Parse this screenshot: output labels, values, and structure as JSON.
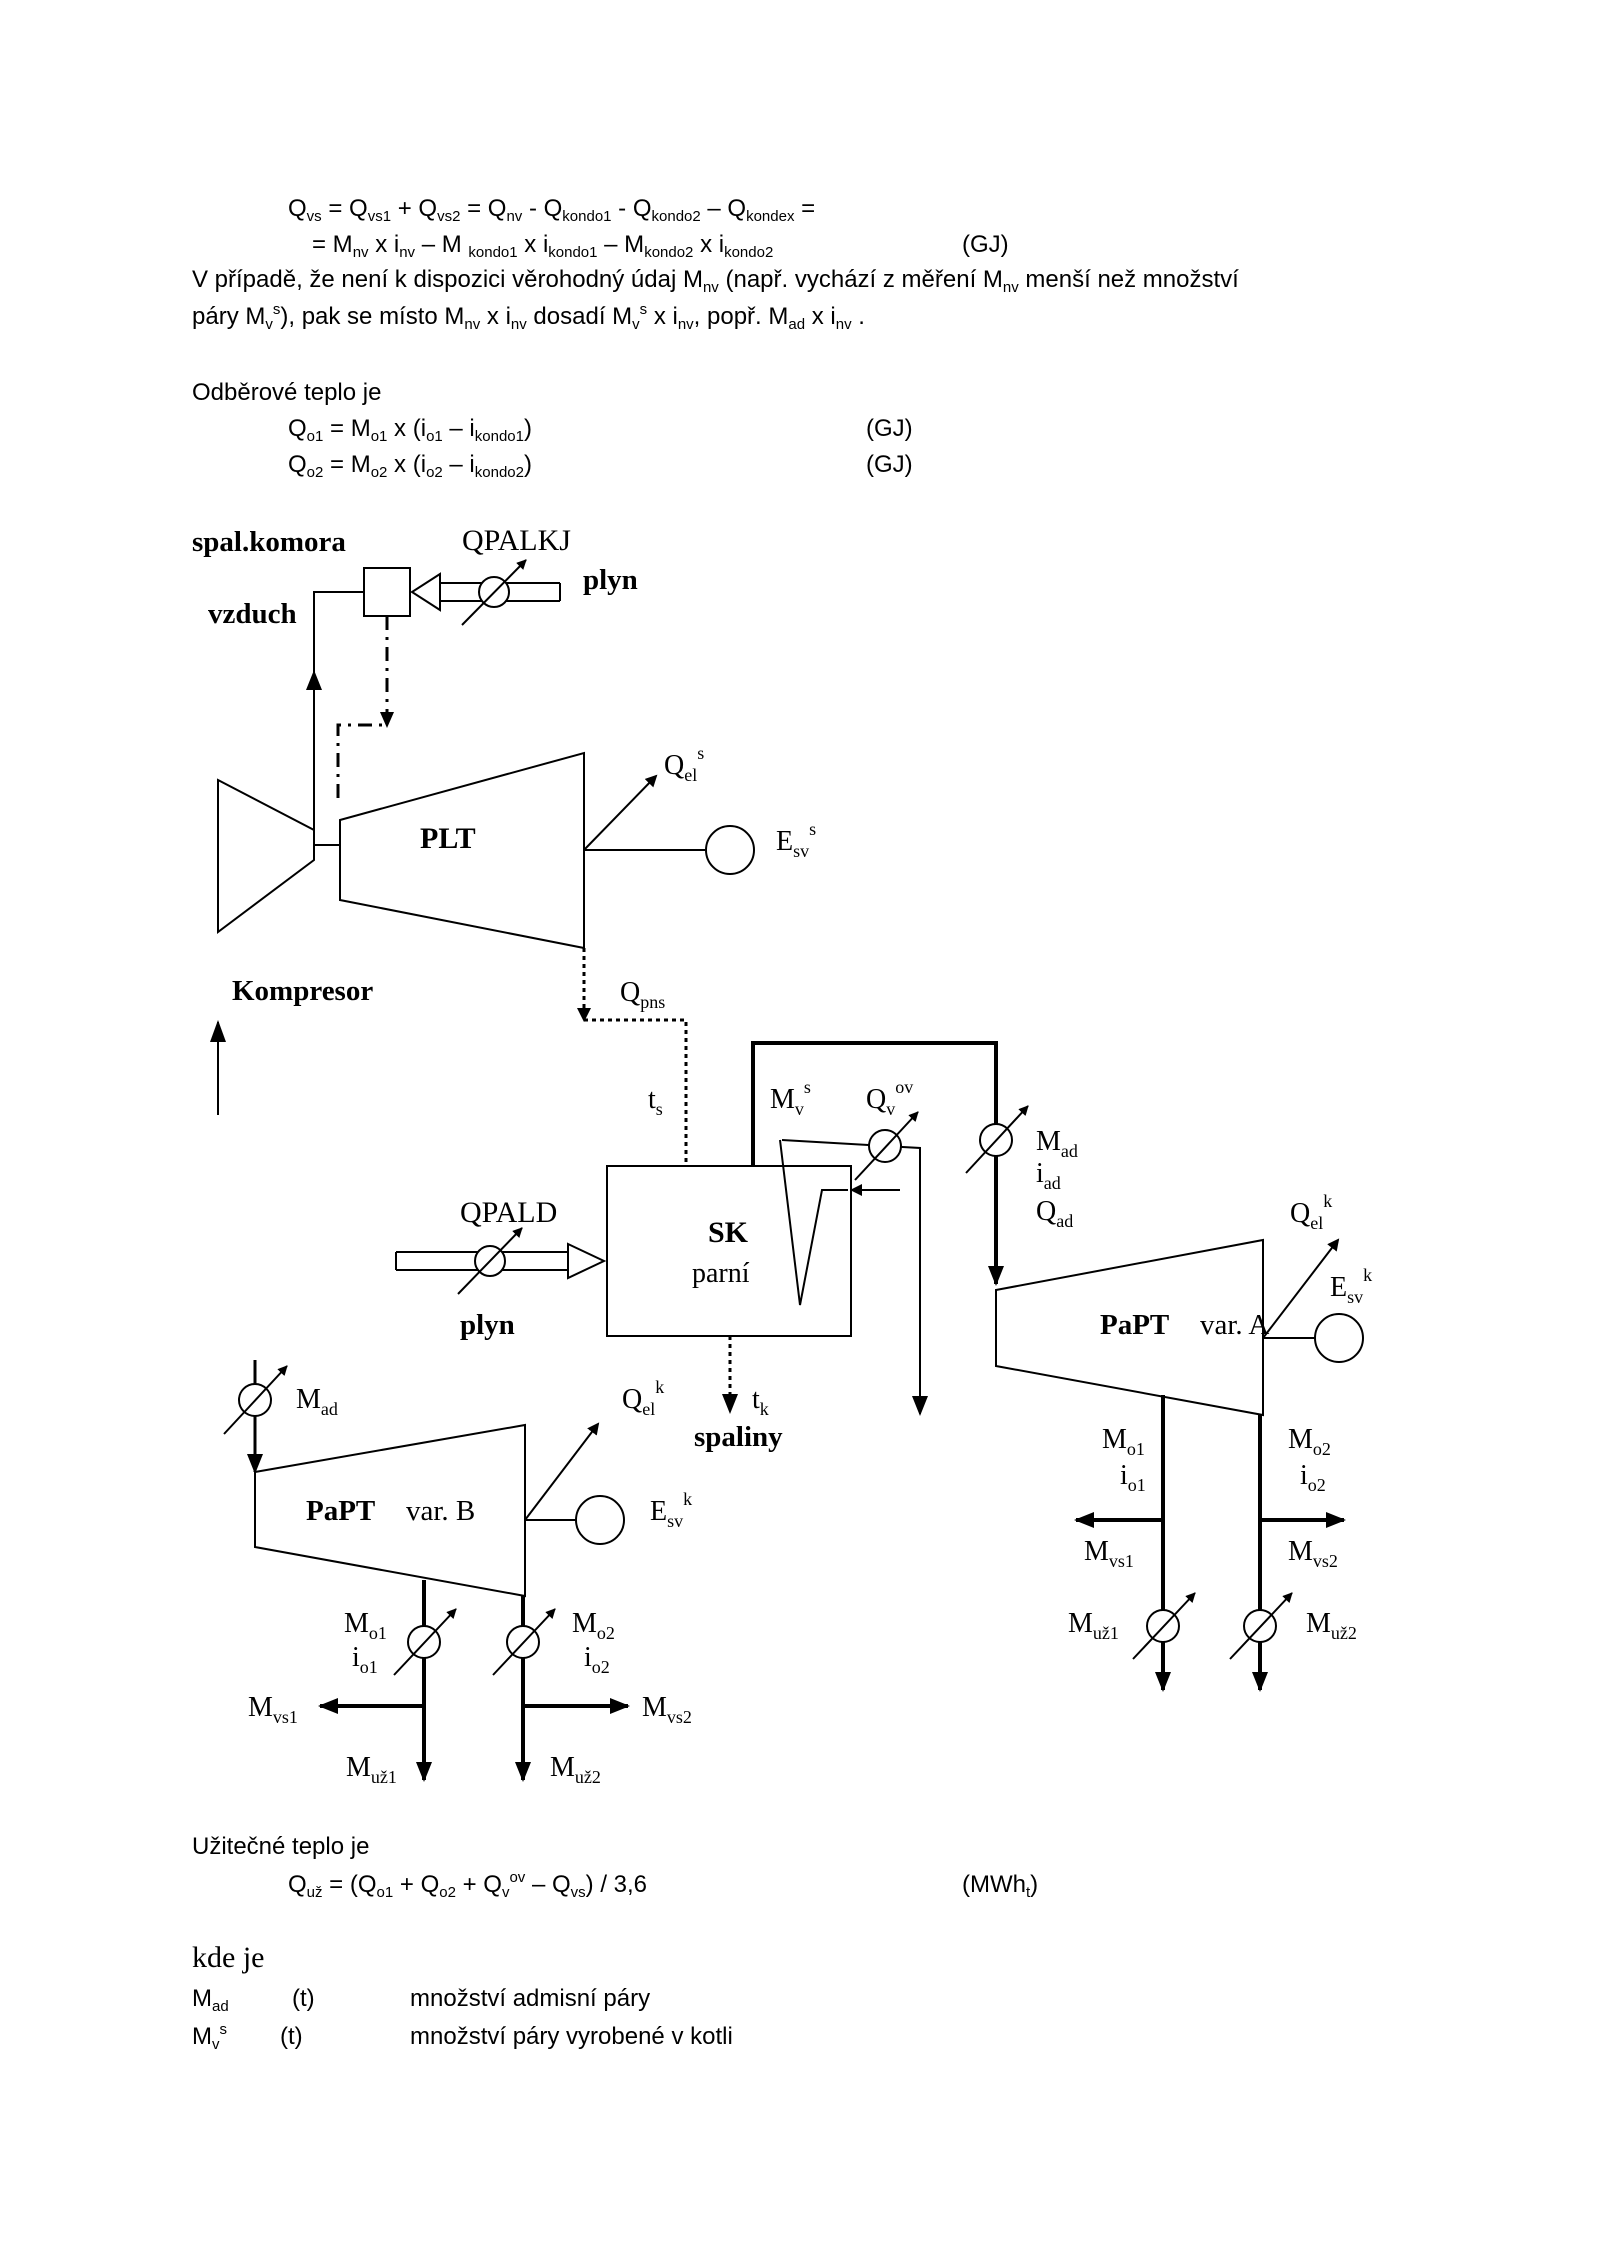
{
  "equations": {
    "qvs_line1": {
      "parts": [
        "Q",
        "vs",
        " = Q",
        "vs1",
        " + Q",
        "vs2",
        " = Q",
        "nv",
        " - Q",
        "kondo1",
        " - Q",
        "kondo2",
        " – Q",
        "kondex",
        " ="
      ]
    },
    "qvs_line2": {
      "parts": [
        "= M",
        "nv",
        " x i",
        "nv",
        " – M ",
        "kondo1",
        " x i",
        "kondo1",
        " – M",
        "kondo2",
        " x i",
        "kondo2"
      ],
      "unit": "(GJ)"
    },
    "note_line1": [
      "V případě, že není k dispozici věrohodný údaj M",
      "nv",
      " (např. vychází z měření M",
      "nv",
      " menší než množství"
    ],
    "note_line2": [
      "páry M",
      "v",
      "s",
      "), pak se místo M",
      "nv",
      " x i",
      "nv",
      " dosadí M",
      "v",
      "s",
      " x i",
      "nv",
      ", popř. M",
      "ad",
      " x i",
      "nv",
      " ."
    ],
    "odber_heading": "Odběrové teplo je",
    "qo1": {
      "parts": [
        "Q",
        "o1",
        " = M",
        "o1",
        " x (i",
        "o1",
        " – i",
        "kondo1",
        ")"
      ],
      "unit": "(GJ)"
    },
    "qo2": {
      "parts": [
        "Q",
        "o2",
        " = M",
        "o2",
        " x (i",
        "o2",
        " – i",
        "kondo2",
        ")"
      ],
      "unit": "(GJ)"
    }
  },
  "diagram": {
    "spal_komora": "spal.komora",
    "vzduch": "vzduch",
    "q_palkj": "QPALKJ",
    "plyn_top": "plyn",
    "q_el_s": {
      "base": "Q",
      "sub": "el",
      "sup": "s"
    },
    "plt": "PLT",
    "e_sv_s": {
      "base": "E",
      "sub": "sv",
      "sup": "s"
    },
    "kompresor": "Kompresor",
    "q_pns": {
      "base": "Q",
      "sub": "pns"
    },
    "t_s": {
      "base": "t",
      "sub": "s"
    },
    "m_v_s": {
      "base": "M",
      "sub": "v",
      "sup": "s"
    },
    "q_v_ov": {
      "base": "Q",
      "sub": "v",
      "sup": "ov"
    },
    "m_ad_a": {
      "base": "M",
      "sub": "ad"
    },
    "i_ad": {
      "base": "i",
      "sub": "ad"
    },
    "q_ad": {
      "base": "Q",
      "sub": "ad"
    },
    "q_pald": "QPALD",
    "sk": "SK",
    "parni": "parní",
    "plyn_bottom": "plyn",
    "q_el_k_a": {
      "base": "Q",
      "sub": "el",
      "sup": "k"
    },
    "e_sv_k_a": {
      "base": "E",
      "sub": "sv",
      "sup": "k"
    },
    "papt_a": "PaPT",
    "var_a": "var. A",
    "t_k": {
      "base": "t",
      "sub": "k"
    },
    "spaliny": "spaliny",
    "m_ad_b": {
      "base": "M",
      "sub": "ad"
    },
    "q_el_k_b": {
      "base": "Q",
      "sub": "el",
      "sup": "k"
    },
    "papt_b": "PaPT",
    "var_b": "var. B",
    "e_sv_k_b": {
      "base": "E",
      "sub": "sv",
      "sup": "k"
    },
    "m_o1_a": {
      "base": "M",
      "sub": "o1"
    },
    "i_o1_a": {
      "base": "i",
      "sub": "o1"
    },
    "m_o2_a": {
      "base": "M",
      "sub": "o2"
    },
    "i_o2_a": {
      "base": "i",
      "sub": "o2"
    },
    "m_vs1_a": {
      "base": "M",
      "sub": "vs1"
    },
    "m_vs2_a": {
      "base": "M",
      "sub": "vs2"
    },
    "m_uz1_a": {
      "base": "M",
      "sub": "už1"
    },
    "m_uz2_a": {
      "base": "M",
      "sub": "už2"
    },
    "m_o1_b": {
      "base": "M",
      "sub": "o1"
    },
    "i_o1_b": {
      "base": "i",
      "sub": "o1"
    },
    "m_o2_b": {
      "base": "M",
      "sub": "o2"
    },
    "i_o2_b": {
      "base": "i",
      "sub": "o2"
    },
    "m_vs1_b": {
      "base": "M",
      "sub": "vs1"
    },
    "m_vs2_b": {
      "base": "M",
      "sub": "vs2"
    },
    "m_uz1_b": {
      "base": "M",
      "sub": "už1"
    },
    "m_uz2_b": {
      "base": "M",
      "sub": "už2"
    }
  },
  "useful_heat": {
    "heading": "Užitečné teplo je",
    "parts": [
      "Q",
      "už",
      " = (Q",
      "o1",
      " + Q",
      "o2",
      " + Q",
      "v",
      "ov",
      " – Q",
      "vs",
      ") / 3,6"
    ],
    "unit_parts": [
      "(MWh",
      "t",
      ")"
    ]
  },
  "legend": {
    "kde_je": "kde je",
    "rows": [
      {
        "sym_base": "M",
        "sym_sub": "ad",
        "sym_sup": "",
        "unit": "(t)",
        "desc": "množství admisní páry"
      },
      {
        "sym_base": "M",
        "sym_sub": "v",
        "sym_sup": "s",
        "unit": "(t)",
        "desc": "množství páry vyrobené v kotli"
      }
    ]
  }
}
